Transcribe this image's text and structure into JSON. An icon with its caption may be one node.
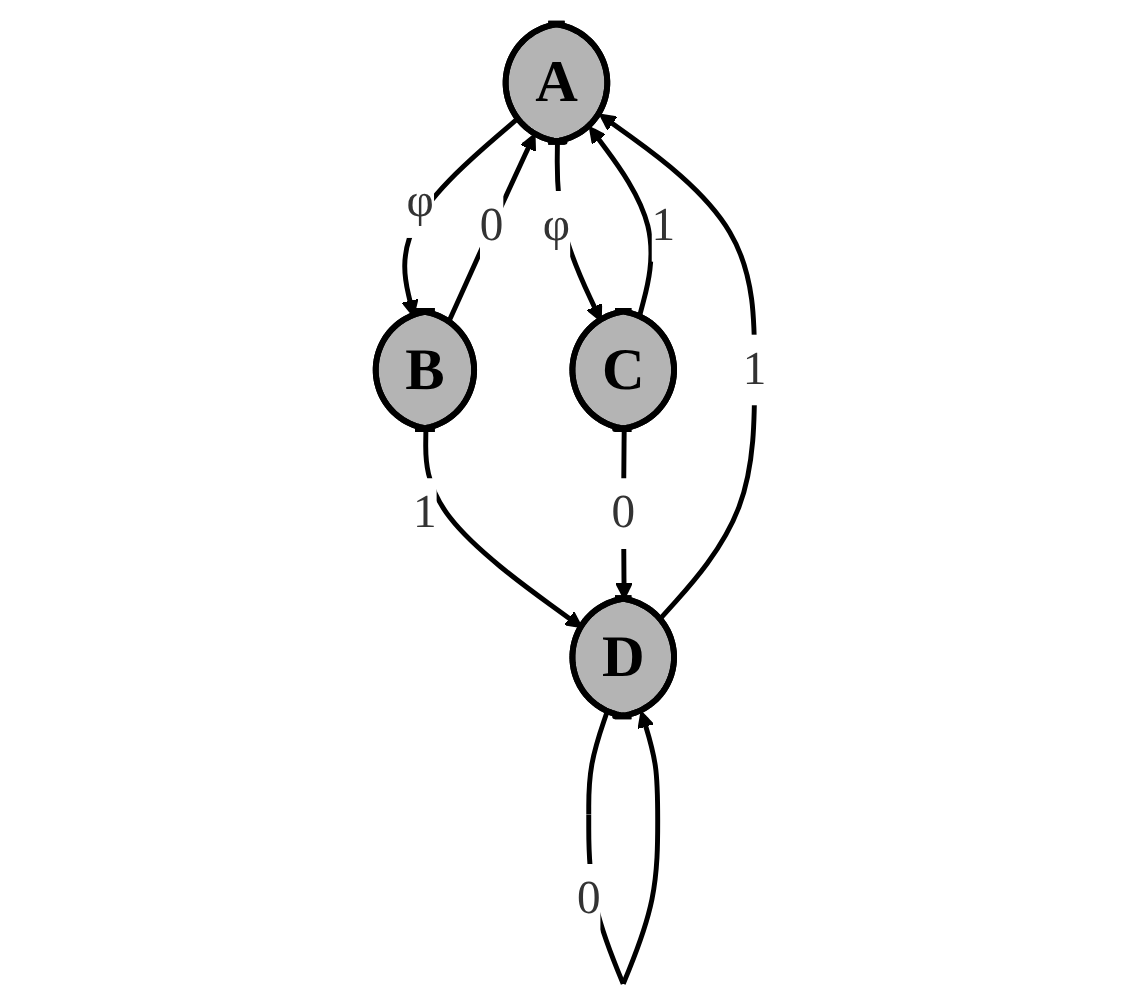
{
  "diagram": {
    "nodes": [
      {
        "text": [
          "A"
        ]
      },
      {
        "text": [
          "B"
        ]
      },
      {
        "text": [
          "C"
        ]
      },
      {
        "text": [
          "D"
        ]
      }
    ],
    "edges": [
      {
        "from": 0,
        "to": 1,
        "arrow": "to",
        "label": "φ"
      },
      {
        "from": 0,
        "to": 2,
        "arrow": "to",
        "label": "φ"
      },
      {
        "from": 1,
        "to": 0,
        "arrow": "to",
        "label": "0"
      },
      {
        "from": 2,
        "to": 0,
        "arrow": "to",
        "label": "1"
      },
      {
        "from": 1,
        "to": 3,
        "arrow": "to",
        "label": "1"
      },
      {
        "from": 2,
        "to": 3,
        "arrow": "to",
        "label": "0"
      },
      {
        "from": 3,
        "to": 3,
        "arrow": "to",
        "label": "0"
      },
      {
        "from": 3,
        "to": 0,
        "arrow": "to",
        "label": "1"
      }
    ]
  }
}
